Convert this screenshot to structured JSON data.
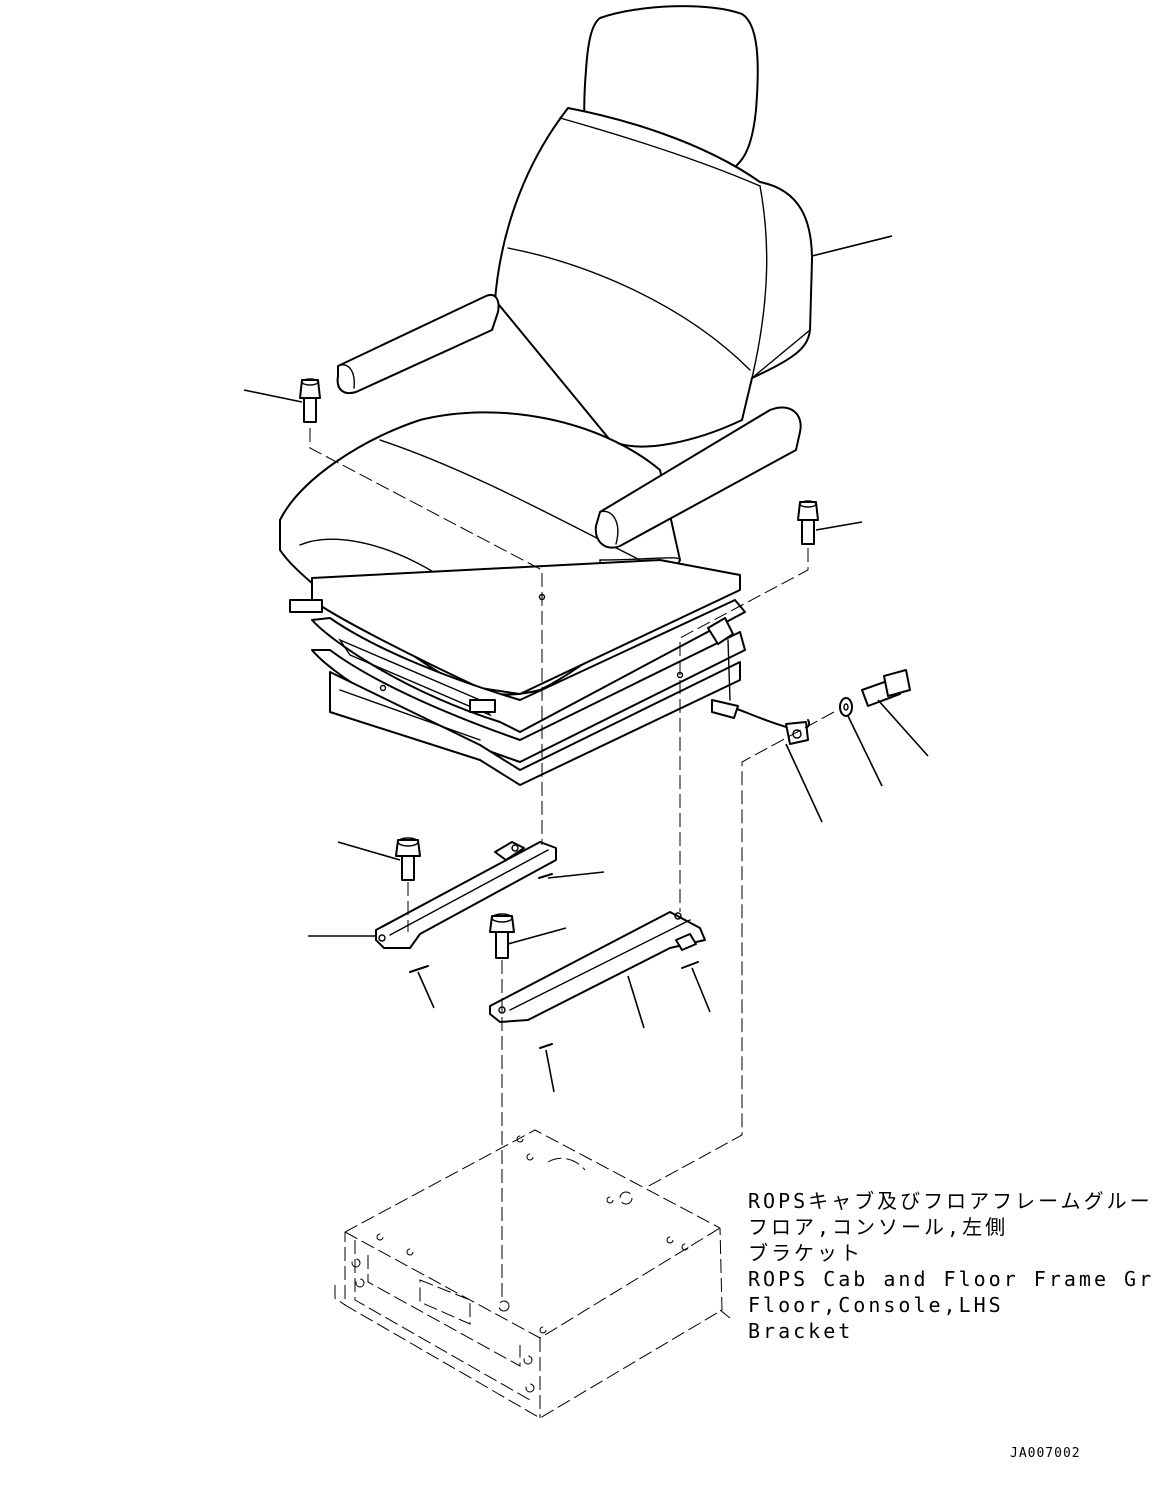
{
  "reference_note": {
    "lines": [
      "ROPSキャブ及びフロアフレームグループ",
      "フロア,コンソール,左側",
      "ブラケット",
      "ROPS Cab and Floor Frame Group",
      "Floor,Console,LHS",
      "Bracket"
    ]
  },
  "figure_id": "JA007002"
}
